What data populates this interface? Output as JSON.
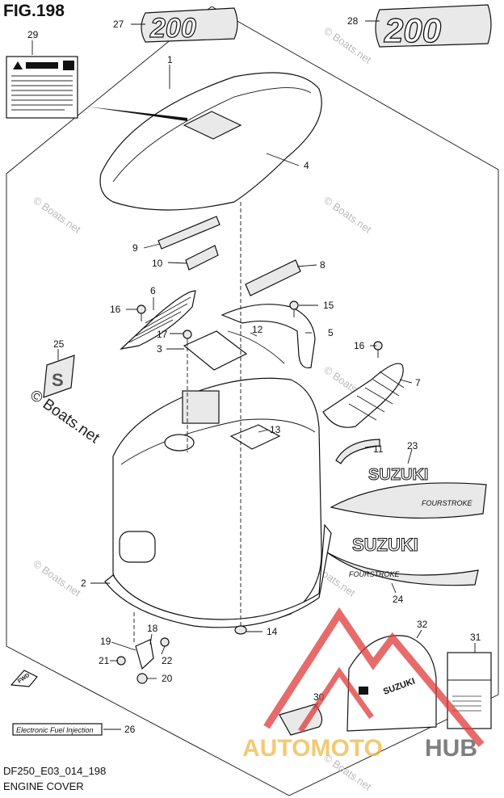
{
  "figure": {
    "title": "FIG.198",
    "code": "DF250_E03_014_198",
    "description": "ENGINE COVER"
  },
  "decal_text": {
    "model_number": "200",
    "brand": "SUZUKI",
    "sub_brand": "FOURSTROKE",
    "emblem_letter": "S",
    "efi_label": "Electronic Fuel Injection",
    "fwd": "FWD"
  },
  "watermark": {
    "text": "© Boats.net",
    "brand_left": "AUTOMOTO",
    "brand_right": "HUB",
    "brand_left_color": "#f0b845",
    "brand_right_color": "#555555",
    "triangle_color": "#e03a3a"
  },
  "callouts": {
    "n1": "1",
    "n2": "2",
    "n3": "3",
    "n4": "4",
    "n5": "5",
    "n6": "6",
    "n7": "7",
    "n8": "8",
    "n9": "9",
    "n10": "10",
    "n11": "11",
    "n12": "12",
    "n13": "13",
    "n14": "14",
    "n15": "15",
    "n16a": "16",
    "n16b": "16",
    "n17": "17",
    "n18": "18",
    "n19": "19",
    "n20": "20",
    "n21": "21",
    "n22": "22",
    "n23": "23",
    "n24": "24",
    "n25": "25",
    "n26": "26",
    "n27": "27",
    "n28": "28",
    "n29": "29",
    "n30": "30",
    "n31": "31",
    "n32": "32"
  }
}
